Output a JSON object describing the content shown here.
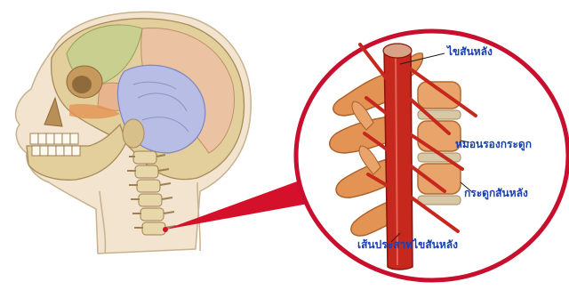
{
  "labels": {
    "spinal_cord": "ไขสันหลัง",
    "intervertebral_disc": "หมอนรองกระดูก",
    "vertebra": "กระดูกสันหลัง",
    "spinal_nerve": "เส้นประสาทไขสันหลัง"
  },
  "colors": {
    "label_text": "#1a3fb0",
    "magnifier_ring": "#c8102e",
    "pointer_wedge": "#d4102a",
    "bone": "#e2cf9c",
    "brain_pink": "#ecc3a2",
    "cerebellum_blue": "#b8bde6",
    "frontal_green": "#c9cf8e",
    "spinal_cord_red": "#c6281d",
    "vertebra_orange": "#e39354"
  },
  "icons": {
    "head": "skull-and-brain-illustration",
    "spine_detail": "magnified-spinal-column"
  }
}
